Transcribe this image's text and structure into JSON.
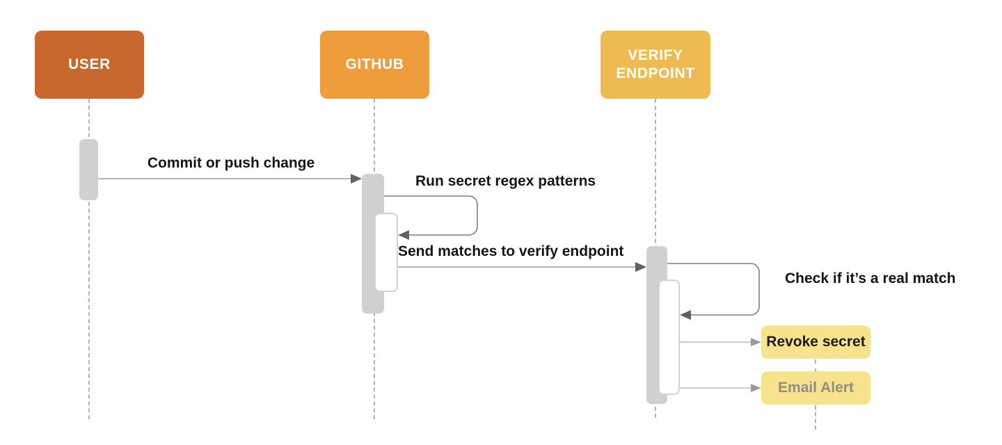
{
  "diagram": {
    "type": "sequence",
    "background": "#FFFFFF"
  },
  "actors": [
    {
      "id": "user",
      "label": "USER",
      "color": "#C8682F",
      "text_color": "#FFFFFF"
    },
    {
      "id": "github",
      "label": "GITHUB",
      "color": "#EF9C3D",
      "text_color": "#FFFFFF"
    },
    {
      "id": "verify-endpoint",
      "label": "VERIFY ENDPOINT",
      "color": "#EEBA52",
      "text_color": "#FFFFFF"
    }
  ],
  "messages": [
    {
      "from": "user",
      "to": "github",
      "kind": "call",
      "label": "Commit or push change"
    },
    {
      "from": "github",
      "to": "github",
      "kind": "self",
      "label": "Run secret regex patterns"
    },
    {
      "from": "github",
      "to": "verify-endpoint",
      "kind": "call",
      "label": "Send matches to verify endpoint"
    },
    {
      "from": "verify-endpoint",
      "to": "verify-endpoint",
      "kind": "self",
      "label": "Check if it’s a real match"
    },
    {
      "from": "verify-endpoint",
      "to": "revoke-secret",
      "kind": "call",
      "label": ""
    },
    {
      "from": "verify-endpoint",
      "to": "email-alert",
      "kind": "call",
      "label": ""
    }
  ],
  "notes": [
    {
      "id": "revoke-secret",
      "label": "Revoke secret",
      "color": "#F7E38D",
      "text_color": "#1B1B1B"
    },
    {
      "id": "email-alert",
      "label": "Email Alert",
      "color": "#F7E38D",
      "text_color": "#8E8E85"
    }
  ],
  "colors": {
    "activation_bar": "#D0D0D0",
    "lifeline": "#B3B3B3",
    "message_label": "#151515"
  }
}
